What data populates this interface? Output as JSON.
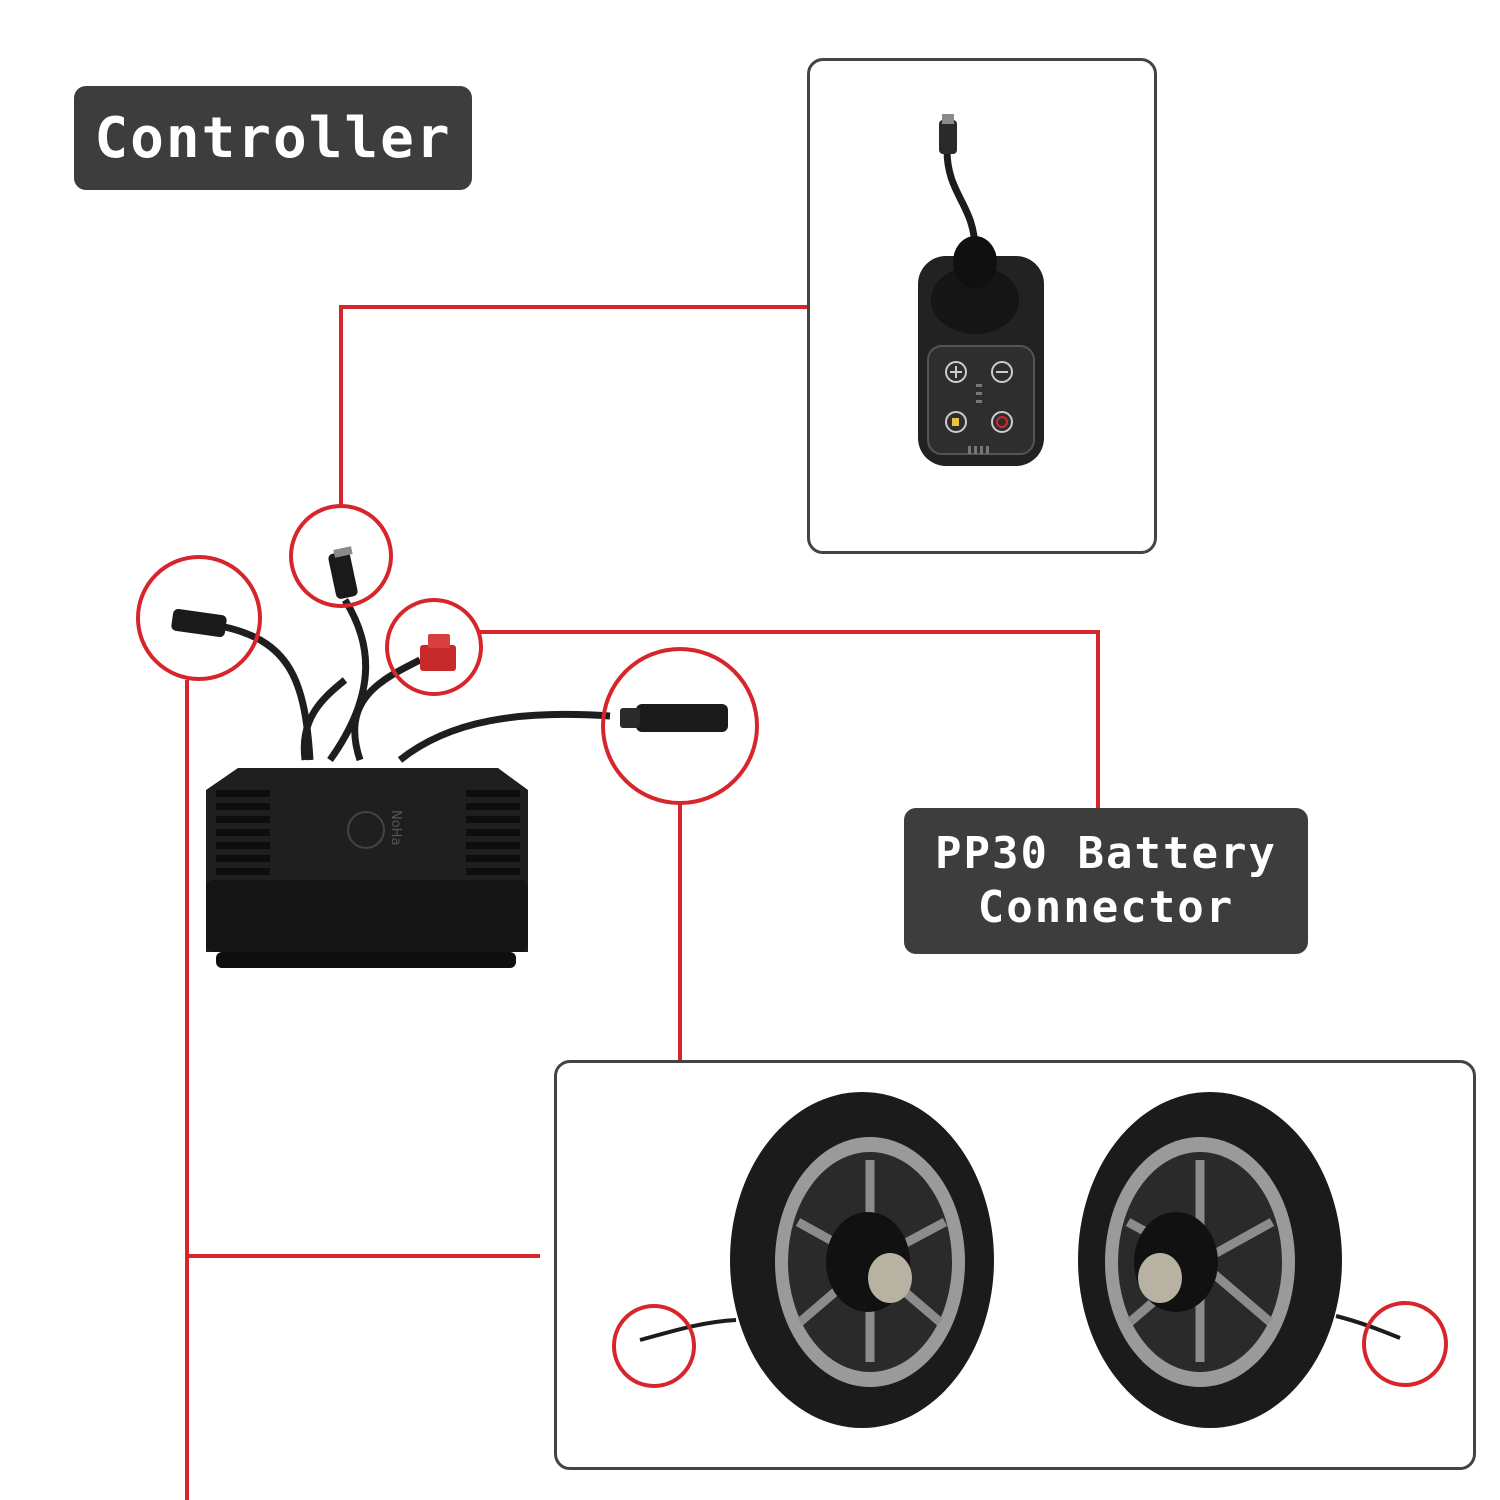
{
  "labels": {
    "controller": "Controller",
    "battery_line1": "PP30 Battery",
    "battery_line2": "Connector"
  },
  "device_markings": {
    "brand_text": "NoHa"
  },
  "colors": {
    "connector_line": "#d6262c",
    "label_background": "#3d3d3d",
    "label_text": "#ffffff",
    "panel_border": "#444444",
    "device_body": "#1f1f1f"
  },
  "icons": {
    "joystick": "joystick-icon",
    "plus_button": "plus-icon",
    "minus_button": "minus-icon",
    "horn_button": "horn-icon",
    "power_button": "power-icon"
  }
}
